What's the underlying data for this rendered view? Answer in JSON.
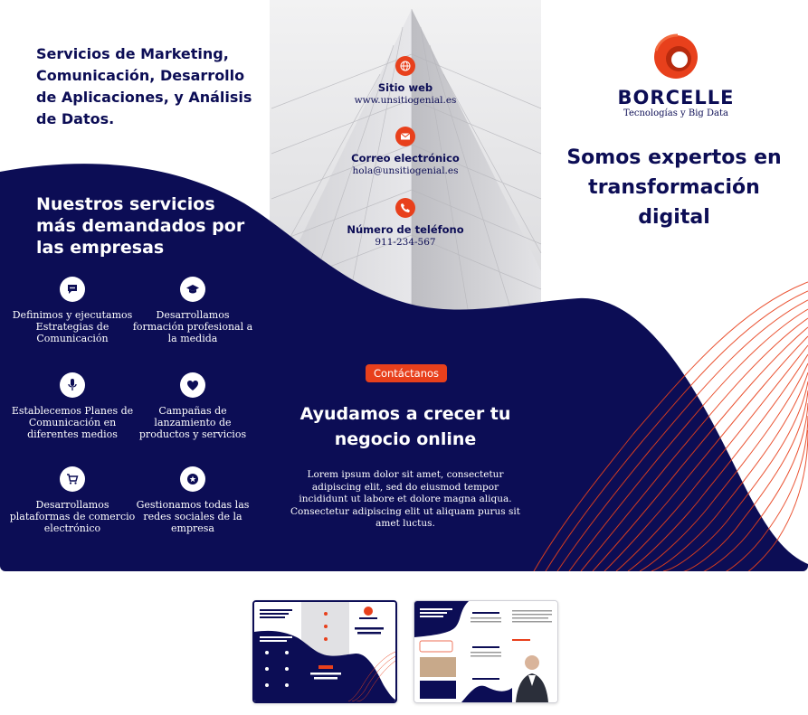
{
  "intro": {
    "text": "Servicios de Marketing, Comunicación, Desarrollo de Aplicaciones, y Análisis de Datos."
  },
  "services": {
    "title": "Nuestros servicios más demandados por las empresas",
    "items": [
      {
        "label": "Definimos y ejecutamos Estrategias de Comunicación",
        "icon": "chat-icon"
      },
      {
        "label": "Desarrollamos formación profesional a la medida",
        "icon": "graduation-cap-icon"
      },
      {
        "label": "Establecemos Planes de Comunicación en diferentes medios",
        "icon": "microphone-icon"
      },
      {
        "label": "Campañas de lanzamiento de productos y servicios",
        "icon": "heart-icon"
      },
      {
        "label": "Desarrollamos plataformas de comercio electrónico",
        "icon": "shopping-cart-icon"
      },
      {
        "label": "Gestionamos todas las redes sociales de la empresa",
        "icon": "star-icon"
      }
    ]
  },
  "contact": {
    "web_label": "Sitio web",
    "web_value": "www.unsitiogenial.es",
    "email_label": "Correo electrónico",
    "email_value": "hola@unsitiogenial.es",
    "phone_label": "Número de teléfono",
    "phone_value": "911-234-567"
  },
  "brand": {
    "name": "BORCELLE",
    "tagline": "Tecnologías y Big Data",
    "slogan": "Somos expertos en transformación digital"
  },
  "cta": {
    "button_label": "Contáctanos",
    "headline": "Ayudamos a crecer tu negocio online",
    "body": "Lorem ipsum dolor sit amet, consectetur adipiscing elit, sed do eiusmod tempor incididunt ut labore et dolore magna aliqua. Consectetur adipiscing elit ut aliquam purus sit amet luctus."
  },
  "colors": {
    "navy": "#0c0d55",
    "accent": "#e8401c",
    "white": "#ffffff"
  },
  "pages": {
    "count": 2,
    "active": 1
  }
}
